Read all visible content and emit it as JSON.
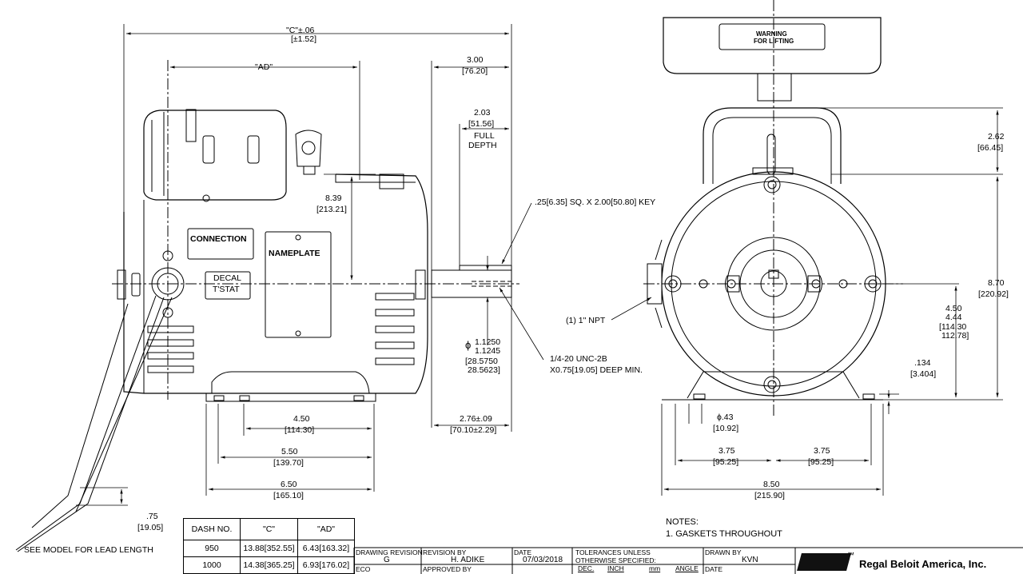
{
  "front_view": {
    "dim_c": "\"C\"±.06",
    "dim_c_mm": "[±1.52]",
    "dim_ad": "\"AD\"",
    "dim_300": "3.00",
    "dim_300_mm": "[76.20]",
    "dim_203": "2.03",
    "dim_203_mm": "[51.56]",
    "full_depth_1": "FULL",
    "full_depth_2": "DEPTH",
    "dim_839": "8.39",
    "dim_839_mm": "[213.21]",
    "key_note": ".25[6.35] SQ. X 2.00[50.80] KEY",
    "connection_label": "CONNECTION",
    "nameplate_label": "NAMEPLATE",
    "decal_1": "DECAL",
    "decal_2": "T'STAT",
    "shaft_phi": "ϕ",
    "shaft_dia_1": "1.1250",
    "shaft_dia_2": "1.1245",
    "shaft_dia_mm_1": "[28.5750",
    "shaft_dia_mm_2": "28.5623]",
    "tap_note_1": "1/4-20 UNC-2B",
    "tap_note_2": "X0.75[19.05] DEEP MIN.",
    "dim_450": "4.50",
    "dim_450_mm": "[114.30]",
    "dim_276": "2.76±.09",
    "dim_276_mm": "[70.10±2.29]",
    "dim_550": "5.50",
    "dim_550_mm": "[139.70]",
    "dim_650": "6.50",
    "dim_650_mm": "[165.10]",
    "dim_75": ".75",
    "dim_75_mm": "[19.05]",
    "lead_note": "SEE MODEL FOR LEAD LENGTH"
  },
  "side_view": {
    "warning_1": "WARNING",
    "warning_2": "FOR LIFTING",
    "dim_262": "2.62",
    "dim_262_mm": "[66.45]",
    "dim_870": "8.70",
    "dim_870_mm": "[220.92]",
    "npt_note": "(1) 1\" NPT",
    "dim_450": "4.50",
    "dim_444": "4.44",
    "dim_450_mm": "[114.30",
    "dim_444_mm": "112.78]",
    "dim_134": ".134",
    "dim_134_mm": "[3.404]",
    "hole_phi": "ϕ.43",
    "hole_mm": "[10.92]",
    "dim_375_left": "3.75",
    "dim_375_left_mm": "[95.25]",
    "dim_375_right": "3.75",
    "dim_375_right_mm": "[95.25]",
    "dim_850": "8.50",
    "dim_850_mm": "[215.90]"
  },
  "notes": {
    "title": "NOTES:",
    "item_1": "1.  GASKETS THROUGHOUT"
  },
  "dash_table": {
    "headers": [
      "DASH NO.",
      "\"C\"",
      "\"AD\""
    ],
    "rows": [
      [
        "950",
        "13.88[352.55]",
        "6.43[163.32]"
      ],
      [
        "1000",
        "14.38[365.25]",
        "6.93[176.02]"
      ]
    ]
  },
  "title_block": {
    "drawing_revision_label": "DRAWING REVISION",
    "drawing_revision": "G",
    "revision_by_label": "REVISION BY",
    "revision_by": "H. ADIKE",
    "date_label": "DATE",
    "date": "07/03/2018",
    "tolerances_1": "TOLERANCES UNLESS",
    "tolerances_2": "OTHERWISE SPECIFIED:",
    "tol_dec": "DEC.",
    "tol_inch": "INCH",
    "tol_mm": "mm",
    "tol_angle": "ANGLE",
    "drawn_by_label": "DRAWN BY",
    "drawn_by": "KVN",
    "date2_label": "DATE",
    "eco_label": "ECO",
    "approved_by_label": "APPROVED BY",
    "company": "Regal Beloit America, Inc.",
    "trademark": "™"
  }
}
